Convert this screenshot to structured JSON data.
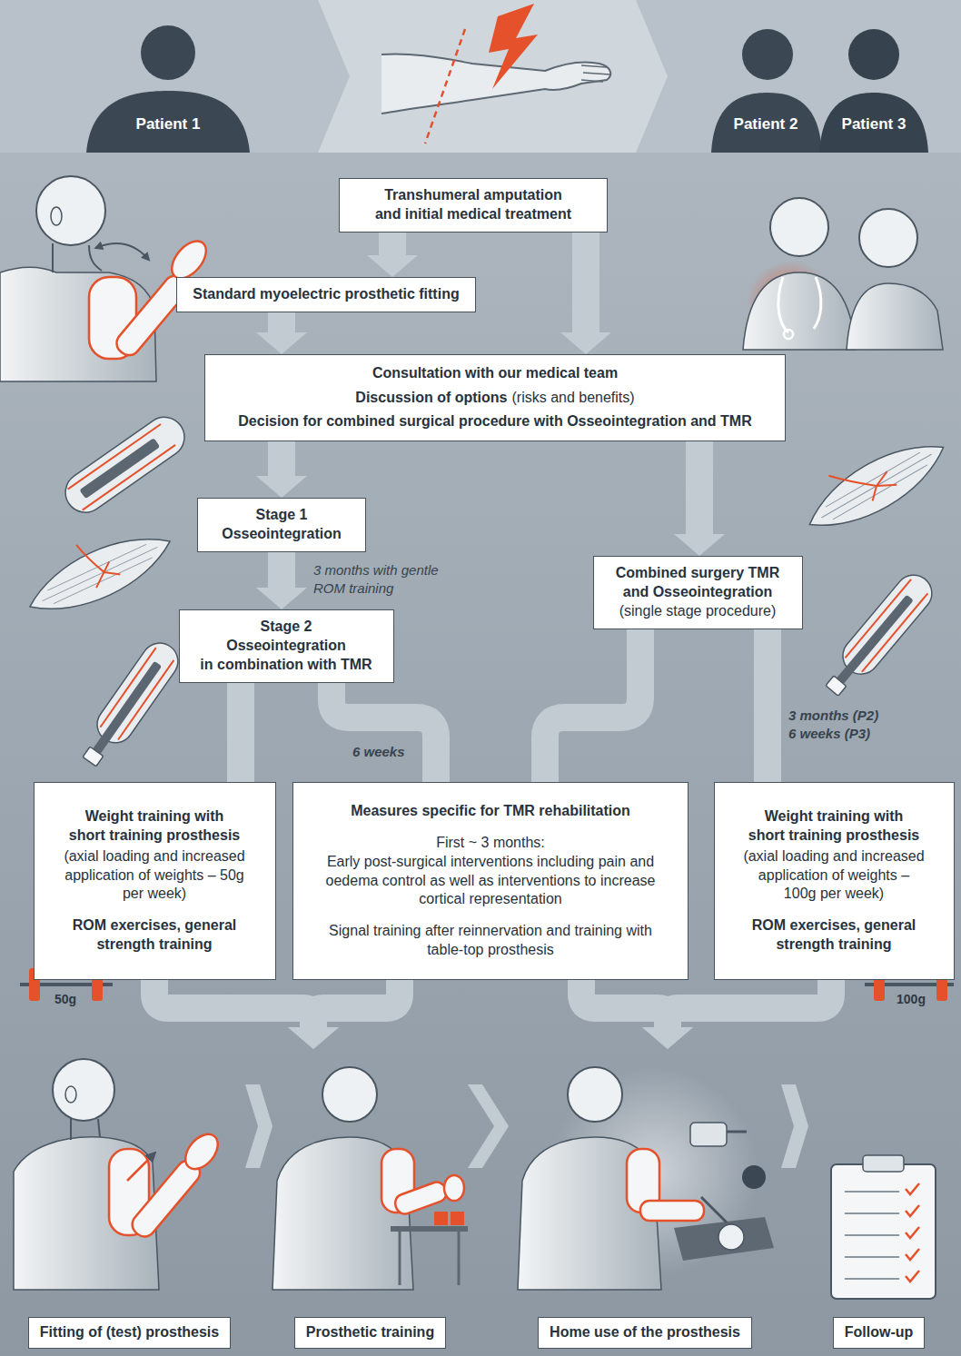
{
  "diagram": {
    "nodes": [
      {
        "text": [
          "Transhumeral amputation and initial medical treatment"
        ]
      },
      {
        "text": [
          "Standard myoelectric prosthetic fitting"
        ]
      },
      {
        "text": [
          "Consultation with our medical team",
          "Discussion of options",
          "(risks and benefits)",
          "Decision for combined surgical procedure with Osseointegration and TMR"
        ]
      },
      {
        "text": [
          "Stage 1 Osseointegration"
        ]
      },
      {
        "text": [
          "Stage 2 Osseointegration",
          "in combination with TMR"
        ]
      },
      {
        "text": [
          "Combined surgery TMR and Osseointegration",
          "(single stage procedure)"
        ]
      },
      {
        "text": [
          "Weight training with short training prosthesis",
          "(axial loading and increased application of weights – 50g per week)",
          "ROM exercises, general strength training"
        ]
      },
      {
        "text": [
          "Measures specific for TMR rehabilitation",
          "First ~ 3 months:",
          "Early post-surgical interventions including pain and oedema control as well as interventions to increase cortical representation",
          "Signal training after reinnervation and training with table-top prosthesis"
        ]
      },
      {
        "text": [
          "Weight training with short training prosthesis",
          "(axial loading and increased application of weights – 100g per week)",
          "ROM exercises, general strength training"
        ]
      },
      {
        "text": [
          "Fitting of (test) prosthesis"
        ]
      },
      {
        "text": [
          "Prosthetic training"
        ]
      },
      {
        "text": [
          "Home use of the prosthesis"
        ]
      },
      {
        "text": [
          "Follow-up"
        ]
      }
    ],
    "edges": [
      {
        "from": 0,
        "to": 1,
        "arrow": "to"
      },
      {
        "from": 0,
        "to": 2,
        "arrow": "to"
      },
      {
        "from": 1,
        "to": 2,
        "arrow": "to"
      },
      {
        "from": 2,
        "to": 3,
        "arrow": "to"
      },
      {
        "from": 2,
        "to": 5,
        "arrow": "to"
      },
      {
        "from": 3,
        "to": 4,
        "label": "3 months with gentle ROM training",
        "arrow": "to"
      },
      {
        "from": 4,
        "to": 6,
        "arrow": "none"
      },
      {
        "from": 4,
        "to": 7,
        "label": "6 weeks",
        "arrow": "none"
      },
      {
        "from": 5,
        "to": 7,
        "arrow": "none"
      },
      {
        "from": 5,
        "to": 8,
        "label": "3 months (P2) 6 weeks (P3)",
        "arrow": "none"
      },
      {
        "from": 6,
        "to": 10,
        "arrow": "to"
      },
      {
        "from": 7,
        "to": 10,
        "arrow": "to"
      },
      {
        "from": 7,
        "to": 11,
        "arrow": "to"
      },
      {
        "from": 8,
        "to": 11,
        "arrow": "to"
      },
      {
        "from": 9,
        "to": 10,
        "arrow": "to"
      },
      {
        "from": 10,
        "to": 11,
        "arrow": "to"
      },
      {
        "from": 11,
        "to": 12,
        "arrow": "to"
      }
    ],
    "labels": [
      "Patient 1",
      "Patient 2",
      "Patient 3",
      "50g",
      "100g"
    ]
  }
}
